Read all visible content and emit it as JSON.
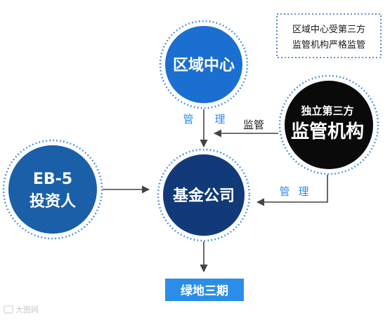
{
  "note": {
    "line1": "区域中心受第三方",
    "line2": "监管机构严格监管"
  },
  "nodes": {
    "regional_center": {
      "label": "区域中心",
      "color": "#1a6fd0"
    },
    "investor": {
      "line1": "EB-5",
      "line2": "投资人",
      "color": "#1a5fa8"
    },
    "fund_company": {
      "label": "基金公司",
      "color": "#123a78"
    },
    "regulator": {
      "line1": "独立第三方",
      "line2": "监管机构",
      "color": "#0a0a0a"
    },
    "project": {
      "label": "绿地三期",
      "color": "#2a8ee8"
    }
  },
  "edges": {
    "manage_left": {
      "char1": "管",
      "char2": "理",
      "color": "#2a8ee8"
    },
    "supervise": {
      "label": "监管",
      "color": "#222222"
    },
    "manage_right": {
      "char1": "管",
      "char2": "理",
      "color": "#2a8ee8"
    }
  },
  "watermark": {
    "text": "大图网"
  },
  "colors": {
    "dotted_ring": "#2a7fe0",
    "arrow": "#444444"
  }
}
